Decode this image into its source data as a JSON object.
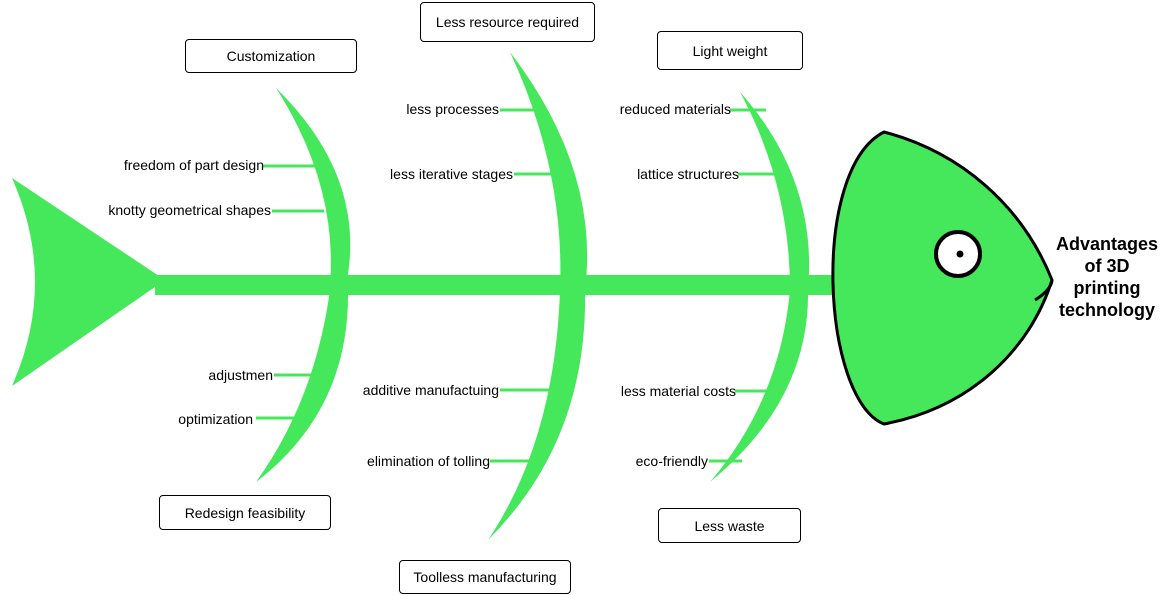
{
  "colors": {
    "bone": "#44e85a",
    "outline": "#000000",
    "text": "#000000",
    "box_bg": "#ffffff"
  },
  "effect": {
    "lines": [
      "Advantages",
      "of 3D",
      "printing",
      "technology"
    ]
  },
  "categories": {
    "customization": {
      "label": "Customization",
      "causes": [
        "freedom of part design",
        "knotty geometrical shapes"
      ]
    },
    "less_resource": {
      "label": "Less resource required",
      "causes": [
        "less processes",
        "less iterative stages"
      ]
    },
    "light_weight": {
      "label": "Light weight",
      "causes": [
        "reduced materials",
        "lattice structures"
      ]
    },
    "redesign": {
      "label": "Redesign feasibility",
      "causes": [
        "adjustmen",
        "optimization"
      ]
    },
    "toolless": {
      "label": "Toolless manufacturing",
      "causes": [
        "additive manufactuing",
        "elimination of tolling"
      ]
    },
    "less_waste": {
      "label": "Less waste",
      "causes": [
        "less material costs",
        "eco-friendly"
      ]
    }
  }
}
